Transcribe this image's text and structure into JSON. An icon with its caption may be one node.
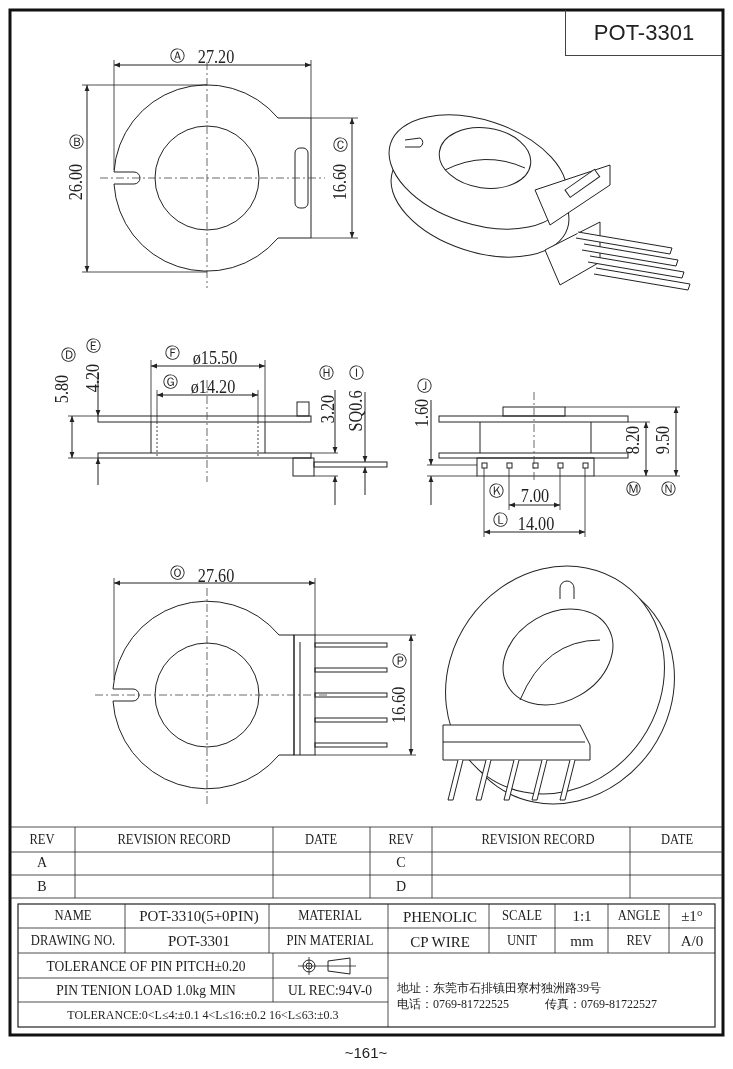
{
  "diagram": {
    "title": "POT-3301",
    "labels": [
      "Ⓐ",
      "27.20",
      "Ⓑ",
      "26.00",
      "Ⓒ",
      "16.60",
      "Ⓓ",
      "5.80",
      "Ⓔ",
      "4.20",
      "Ⓕ",
      "ø15.50",
      "Ⓖ",
      "ø14.20",
      "Ⓗ",
      "3.20",
      "Ⓘ",
      "SQ0.6",
      "Ⓙ",
      "1.60",
      "8.20",
      "9.50",
      "Ⓚ",
      "7.00",
      "Ⓜ",
      "Ⓝ",
      "Ⓛ",
      "14.00",
      "Ⓞ",
      "27.60",
      "Ⓟ",
      "16.60",
      "REV",
      "REVISION RECORD",
      "DATE",
      "REV",
      "REVISION RECORD",
      "DATE",
      "A",
      "C",
      "B",
      "D",
      "NAME",
      "POT-3310(5+0PIN)",
      "MATERIAL",
      "PHENOLIC",
      "SCALE",
      "1:1",
      "ANGLE",
      "±1°",
      "DRAWING NO.",
      "POT-3301",
      "PIN MATERIAL",
      "CP WIRE",
      "UNIT",
      "mm",
      "REV",
      "A/0",
      "TOLERANCE OF PIN PITCH±0.20",
      "PIN TENION LOAD 1.0kg MIN",
      "UL REC:94V-0",
      "TOLERANCE:0<L≤4:±0.1  4<L≤16:±0.2  16<L≤63:±0.3",
      "地址：东莞市石排镇田寮村独洲路39号",
      "电话：0769-81722525",
      "传真：0769-81722527",
      "~161~"
    ]
  }
}
